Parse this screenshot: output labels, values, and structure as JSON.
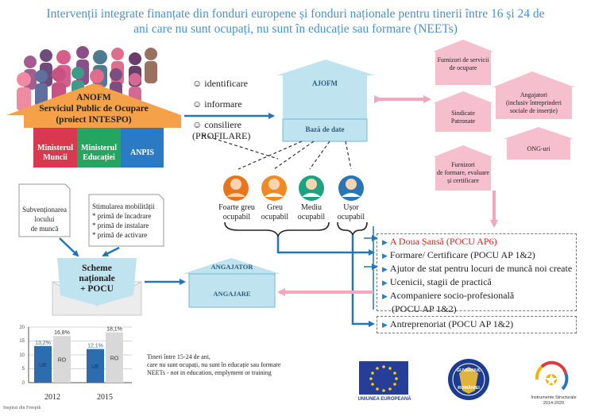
{
  "title": {
    "line1": "Intervenții integrate finanțate din fonduri europene și fonduri naționale pentru tinerii între 16 și 24 de",
    "line2": "ani care nu sunt ocupați, nu sunt în educație sau formare (NEETs)"
  },
  "anofm": {
    "line1": "ANOFM",
    "line2": "Serviciul Public de Ocupare",
    "line3": "(proiect INTESPO)"
  },
  "ministries": [
    {
      "line1": "Ministerul",
      "line2": "Muncii"
    },
    {
      "line1": "Ministerul",
      "line2": "Educației"
    },
    {
      "line1": "ANPIS",
      "line2": ""
    }
  ],
  "services": [
    {
      "label": "identificare"
    },
    {
      "label": "informare"
    },
    {
      "label": "consiliere"
    },
    {
      "label": "(PROFILARE)"
    }
  ],
  "ajofm": {
    "roof": "AJOFM",
    "base": "Bază de date"
  },
  "partners": [
    {
      "line1": "Furnizori de servicii",
      "line2": "de ocupare",
      "line3": ""
    },
    {
      "line1": "Angajatori",
      "line2": "(inclusiv întreprinderi",
      "line3": "sociale de inserție)"
    },
    {
      "line1": "Sindicate",
      "line2": "Patronate",
      "line3": ""
    },
    {
      "line1": "ONG-uri",
      "line2": "",
      "line3": ""
    },
    {
      "line1": "Furnizori",
      "line2": "de formare, evaluare",
      "line3": "și certificare"
    }
  ],
  "profiles": [
    {
      "line1": "Foarte greu",
      "line2": "ocupabil",
      "color": "#e8741e"
    },
    {
      "line1": "Greu",
      "line2": "ocupabil",
      "color": "#f08a24"
    },
    {
      "line1": "Mediu",
      "line2": "ocupabil",
      "color": "#1ea382"
    },
    {
      "line1": "Ușor",
      "line2": "ocupabil",
      "color": "#2a74b8"
    }
  ],
  "subvention": {
    "line1": "Subvenționarea",
    "line2": "locului",
    "line3": "de muncă"
  },
  "mobility": {
    "title": "Stimularea mobilității",
    "items": [
      "* primă de încadrare",
      "* primă de instalare",
      "* primă de activare"
    ]
  },
  "schemes": {
    "line1": "Scheme",
    "line2": "naționale",
    "line3": "+ POCU"
  },
  "employer": {
    "roof": "ANGAJATOR",
    "base": "ANGAJARE"
  },
  "measures": [
    {
      "label": "A Doua Șansă (POCU AP6)",
      "highlight": true
    },
    {
      "label": "Formare/ Certificare (POCU AP 1&2)",
      "highlight": false
    },
    {
      "label": "Ajutor de stat pentru locuri de muncă noi create",
      "highlight": false
    },
    {
      "label": "Ucenicii, stagii de practică",
      "highlight": false
    },
    {
      "label": "Acompaniere socio-profesională",
      "highlight": false
    },
    {
      "label": "(POCU AP 1&2)",
      "highlight": false
    }
  ],
  "entrepreneurship": {
    "label": "Antreprenoriat (POCU AP 1&2)"
  },
  "chart_data": {
    "type": "bar",
    "categories": [
      "2012",
      "2015"
    ],
    "series": [
      {
        "name": "UE",
        "values": [
          13.2,
          12.1
        ],
        "labels": [
          "13,2%",
          "12,1%"
        ],
        "color": "#2c6db0"
      },
      {
        "name": "RO",
        "values": [
          16.8,
          18.1
        ],
        "labels": [
          "16,8%",
          "18,1%"
        ],
        "color": "#d8d8d8"
      }
    ],
    "ylim": [
      0,
      20
    ],
    "yticks": [
      "0",
      "5",
      "10",
      "15",
      "20"
    ],
    "grid": true,
    "source": "Inspirat din Freepik"
  },
  "neet_note": {
    "line1": "Tineri între 15-24 de ani,",
    "line2": "care nu sunt ocupați, nu sunt în educație sau formare",
    "line3": "NEETs - not in education, emplyment or training"
  },
  "logos": {
    "eu": "UNIUNEA EUROPEANĂ",
    "gov_line1": "GUVERNUL",
    "gov_line2": "ROMÂNIEI",
    "si_line1": "Instrumente Structurale",
    "si_line2": "2014-2020"
  },
  "colors": {
    "title": "#4a90c8",
    "orange": "#f4a14a",
    "red": "#d9384e",
    "green": "#26a561",
    "blue": "#2a7bc4",
    "pink": "#f6bfcd",
    "lightblue": "#bfe3ef",
    "arrow_pink": "#f4a7bc",
    "arrow_blue": "#2275b7",
    "dark_blue": "#253f99"
  }
}
